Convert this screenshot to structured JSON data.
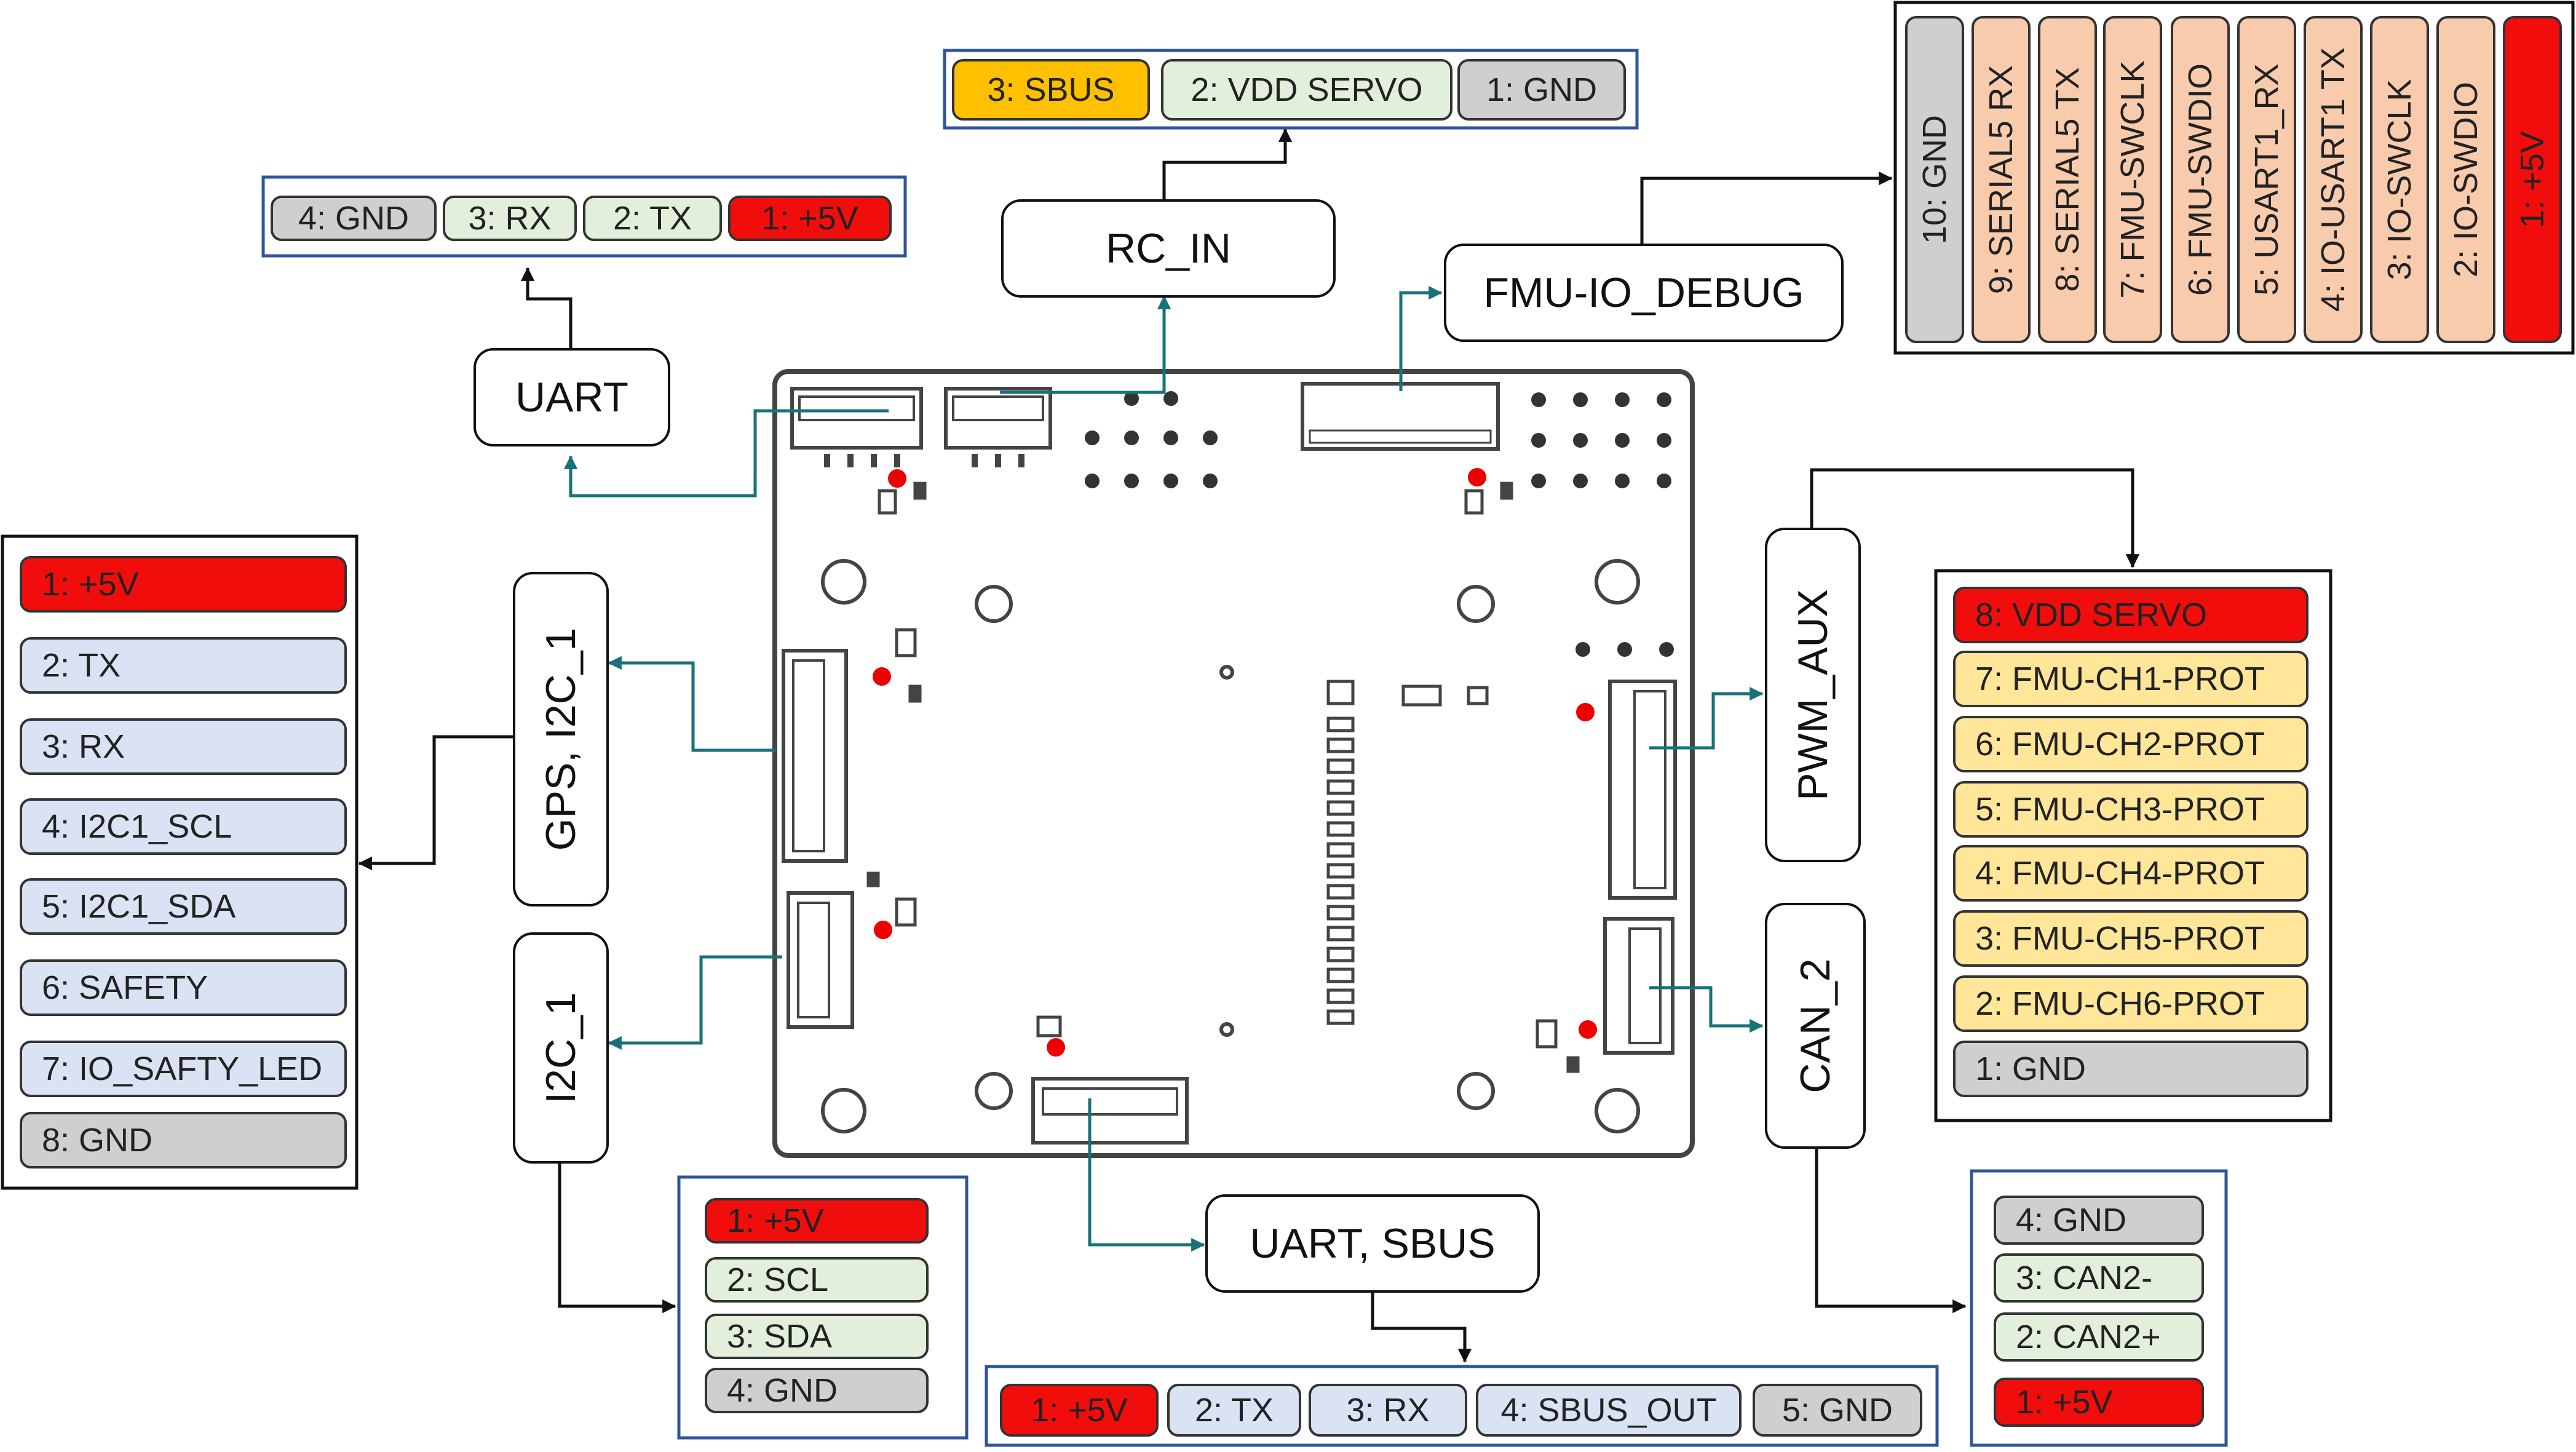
{
  "colors": {
    "red": "#f20d0d",
    "green": "#e2efda",
    "gray": "#d0cece",
    "blue": "#dae3f3",
    "orange": "#f8cbad",
    "yellow": "#ffe699",
    "gold": "#ffc000",
    "teal_line": "#17727a",
    "group_border": "#2f5597",
    "board_outline": "#444444"
  },
  "connectors": {
    "rc_in": "RC_IN",
    "uart_top": "UART",
    "fmu_io_debug": "FMU-IO_DEBUG",
    "gps_i2c_1": "GPS, I2C_1",
    "i2c_1": "I2C_1",
    "pwm_aux": "PWM_AUX",
    "can_2": "CAN_2",
    "uart_sbus": "UART, SBUS"
  },
  "pin_groups": {
    "rc_in": [
      {
        "label": "3: SBUS",
        "color": "gold"
      },
      {
        "label": "2: VDD SERVO",
        "color": "green"
      },
      {
        "label": "1: GND",
        "color": "gray"
      }
    ],
    "uart_top": [
      {
        "label": "4: GND",
        "color": "gray"
      },
      {
        "label": "3: RX",
        "color": "green"
      },
      {
        "label": "2: TX",
        "color": "green"
      },
      {
        "label": "1: +5V",
        "color": "red"
      }
    ],
    "fmu_io_debug": [
      {
        "label": "10: GND",
        "color": "gray"
      },
      {
        "label": "9: SERIAL5 RX",
        "color": "orange"
      },
      {
        "label": "8: SERIAL5 TX",
        "color": "orange"
      },
      {
        "label": "7: FMU-SWCLK",
        "color": "orange"
      },
      {
        "label": "6: FMU-SWDIO",
        "color": "orange"
      },
      {
        "label": "5: USART1_RX",
        "color": "orange"
      },
      {
        "label": "4: IO-USART1 TX",
        "color": "orange"
      },
      {
        "label": "3: IO-SWCLK",
        "color": "orange"
      },
      {
        "label": "2: IO-SWDIO",
        "color": "orange"
      },
      {
        "label": "1: +5V",
        "color": "red"
      }
    ],
    "gps_i2c_1": [
      {
        "label": "1: +5V",
        "color": "red"
      },
      {
        "label": "2: TX",
        "color": "blue"
      },
      {
        "label": "3: RX",
        "color": "blue"
      },
      {
        "label": "4: I2C1_SCL",
        "color": "blue"
      },
      {
        "label": "5: I2C1_SDA",
        "color": "blue"
      },
      {
        "label": "6: SAFETY",
        "color": "blue"
      },
      {
        "label": "7: IO_SAFTY_LED",
        "color": "blue"
      },
      {
        "label": "8: GND",
        "color": "gray"
      }
    ],
    "pwm_aux": [
      {
        "label": "8:  VDD SERVO",
        "color": "red"
      },
      {
        "label": "7:  FMU-CH1-PROT",
        "color": "yellow"
      },
      {
        "label": "6:  FMU-CH2-PROT",
        "color": "yellow"
      },
      {
        "label": "5:  FMU-CH3-PROT",
        "color": "yellow"
      },
      {
        "label": "4:  FMU-CH4-PROT",
        "color": "yellow"
      },
      {
        "label": "3:  FMU-CH5-PROT",
        "color": "yellow"
      },
      {
        "label": "2:  FMU-CH6-PROT",
        "color": "yellow"
      },
      {
        "label": "1:  GND",
        "color": "gray"
      }
    ],
    "i2c_1": [
      {
        "label": "1: +5V",
        "color": "red"
      },
      {
        "label": "2: SCL",
        "color": "green"
      },
      {
        "label": "3: SDA",
        "color": "green"
      },
      {
        "label": "4: GND",
        "color": "gray"
      }
    ],
    "uart_sbus": [
      {
        "label": "1: +5V",
        "color": "red"
      },
      {
        "label": "2: TX",
        "color": "blue"
      },
      {
        "label": "3: RX",
        "color": "blue"
      },
      {
        "label": "4: SBUS_OUT",
        "color": "blue"
      },
      {
        "label": "5: GND",
        "color": "gray"
      }
    ],
    "can_2": [
      {
        "label": "4: GND",
        "color": "gray"
      },
      {
        "label": "3: CAN2-",
        "color": "green"
      },
      {
        "label": "2: CAN2+",
        "color": "green"
      },
      {
        "label": "1: +5V",
        "color": "red"
      }
    ]
  }
}
